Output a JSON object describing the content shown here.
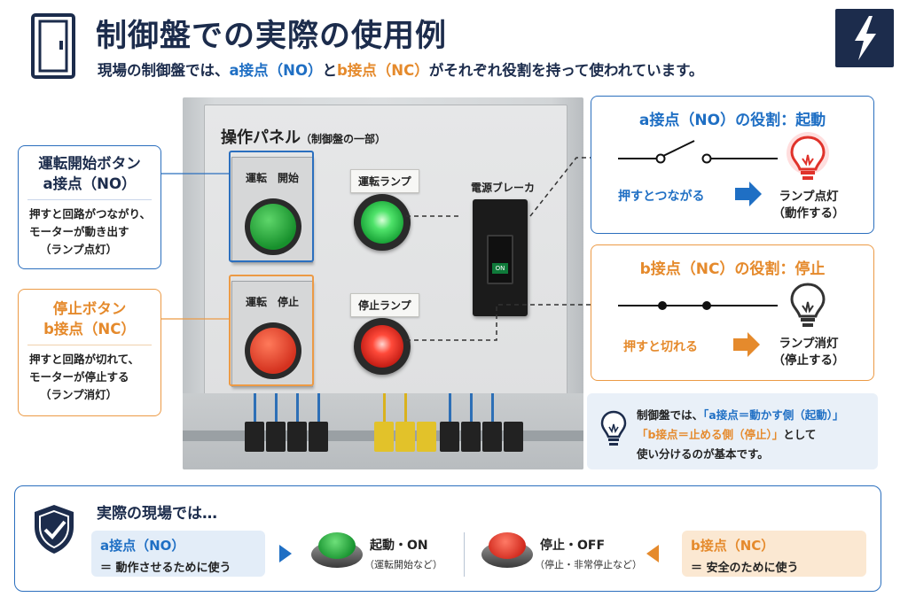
{
  "header": {
    "title": "制御盤での実際の使用例",
    "subtitle_prefix": "現場の制御盤では、",
    "subtitle_a": "a接点（NO）",
    "subtitle_mid": "と",
    "subtitle_b": "b接点（NC）",
    "subtitle_suffix": "がそれぞれ役割を持って使われています。"
  },
  "panel": {
    "title": "操作パネル",
    "title_sub": "（制御盤の一部）",
    "start_plate_label": "運転　開始",
    "stop_plate_label": "運転　停止",
    "run_lamp_label": "運転ランプ",
    "stop_lamp_label": "停止ランプ",
    "breaker_label": "電源ブレーカ",
    "breaker_on": "ON"
  },
  "callouts": {
    "start": {
      "title": "運転開始ボタン",
      "subtitle": "a接点（NO）",
      "lines": [
        "押すと回路がつながり、",
        "モーターが動き出す",
        "（ランプ点灯）"
      ]
    },
    "stop": {
      "title": "停止ボタン",
      "subtitle": "b接点（NC）",
      "lines": [
        "押すと回路が切れて、",
        "モーターが停止する",
        "（ランプ消灯）"
      ]
    }
  },
  "roles": {
    "a": {
      "title": "a接点（NO）の役割：起動",
      "action": "押すとつながる",
      "result_1": "ランプ点灯",
      "result_2": "（動作する）"
    },
    "b": {
      "title": "b接点（NC）の役割：停止",
      "action": "押すと切れる",
      "result_1": "ランプ消灯",
      "result_2": "（停止する）"
    }
  },
  "tip": {
    "line1_prefix": "制御盤では、",
    "line1_hl": "「a接点＝動かす側（起動）」",
    "line2_hl": "「b接点＝止める側（停止）」",
    "line2_suffix": "として",
    "line3": "使い分けるのが基本です。"
  },
  "bottom": {
    "title": "実際の現場では…",
    "a_head": "a接点（NO）",
    "a_sub": "＝ 動作させるために使う",
    "start_label": "起動・ON",
    "start_sub": "（運転開始など）",
    "stop_label": "停止・OFF",
    "stop_sub": "（停止・非常停止など）",
    "b_head": "b接点（NC）",
    "b_sub": "＝ 安全のために使う"
  },
  "colors": {
    "navy": "#1c2c4c",
    "blue": "#1f6fc4",
    "orange": "#e58a2c",
    "green_lamp": "#2fbf4a",
    "red_lamp": "#e0322a"
  }
}
